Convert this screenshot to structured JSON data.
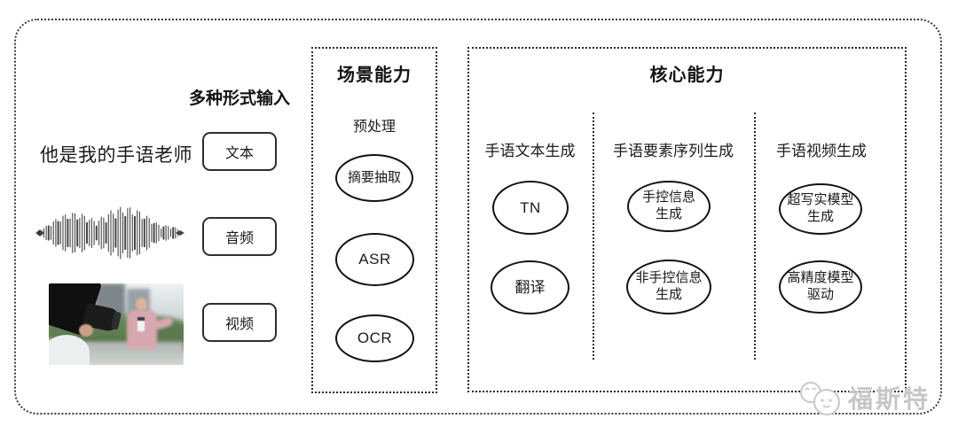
{
  "input_section": {
    "label": "多种形式输入",
    "sample_text": "他是我的手语老师",
    "items": [
      {
        "label": "文本"
      },
      {
        "label": "音频"
      },
      {
        "label": "视频"
      }
    ],
    "media": {
      "waveform_icon": "audio-waveform",
      "video_icon": "news-interview-photo"
    }
  },
  "scene_section": {
    "title": "场景能力",
    "subtitle": "预处理",
    "nodes": [
      {
        "label": "摘要抽取"
      },
      {
        "label": "ASR"
      },
      {
        "label": "OCR"
      }
    ]
  },
  "core_section": {
    "title": "核心能力",
    "columns": [
      {
        "header": "手语文本生成",
        "nodes": [
          {
            "label": "TN"
          },
          {
            "label": "翻译"
          }
        ]
      },
      {
        "header": "手语要素序列生成",
        "nodes": [
          {
            "label": "手控信息\n生成"
          },
          {
            "label": "非手控信息\n生成"
          }
        ]
      },
      {
        "header": "手语视频生成",
        "nodes": [
          {
            "label": "超写实模型\n生成"
          },
          {
            "label": "高精度模型\n驱动"
          }
        ]
      }
    ]
  },
  "watermark": {
    "text": "福斯特"
  },
  "colors": {
    "border": "#2a2a2a",
    "text": "#1b1b1b",
    "watermark": "#c7c7c7",
    "background": "#ffffff"
  }
}
